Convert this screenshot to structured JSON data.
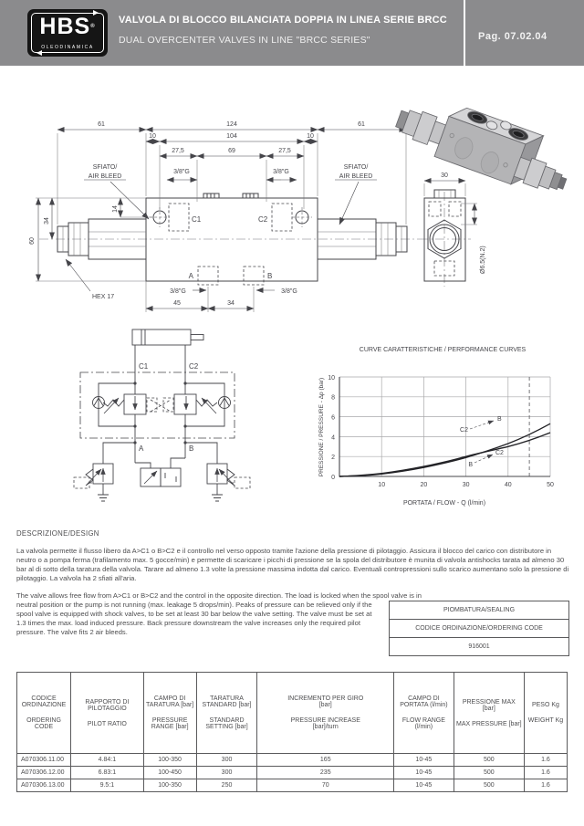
{
  "colors": {
    "header_bg": "#8b8b8d",
    "ink": "#45454a",
    "grid": "#a9a9ab",
    "curve": "#232327"
  },
  "header": {
    "brand": "HBS",
    "brand_reg": "®",
    "brand_sub": "OLEODINAMICA",
    "title_it": "VALVOLA DI BLOCCO BILANCIATA DOPPIA IN LINEA SERIE BRCC",
    "title_en": "DUAL OVERCENTER VALVES IN LINE \"BRCC SERIES\"",
    "page": "Pag. 07.02.04"
  },
  "drawing": {
    "dims": {
      "len_left": "61",
      "len_body": "124",
      "len_right": "61",
      "off_left": "10",
      "span_ports": "104",
      "off_right": "10",
      "pitch_left": "27,5",
      "pitch_mid": "69",
      "pitch_right": "27,5",
      "h_c1": "14",
      "h_axis": "34",
      "h_body": "60",
      "a_from_edge": "45",
      "ab_pitch": "34",
      "side_width": "30"
    },
    "labels": {
      "air_bleed_line1": "SFIATO/",
      "air_bleed_line2": "AIR BLEED",
      "thread": "3/8\"G",
      "port_c1": "C1",
      "port_c2": "C2",
      "port_a": "A",
      "port_b": "B",
      "hex": "HEX 17",
      "holes": "Ø6.5(N.2)"
    }
  },
  "schematic": {
    "port_c1": "C1",
    "port_c2": "C2",
    "port_a": "A",
    "port_b": "B"
  },
  "chart": {
    "title": "CURVE CARATTERISTICHE / PERFORMANCE CURVES",
    "xlabel": "PORTATA / FLOW - Q (l/min)",
    "ylabel": "PRESSIONE / PRESSURE - Δp (bar)",
    "x_ticks": [
      "10",
      "20",
      "30",
      "40",
      "50"
    ],
    "y_ticks": [
      "0",
      "2",
      "4",
      "6",
      "8",
      "10"
    ],
    "ann_upper_from": "C2",
    "ann_upper_to": "B",
    "ann_lower_from": "B",
    "ann_lower_to": "C2"
  },
  "chart_data": {
    "type": "line",
    "title": "CURVE CARATTERISTICHE / PERFORMANCE CURVES",
    "xlabel": "PORTATA / FLOW - Q (l/min)",
    "ylabel": "PRESSIONE / PRESSURE - Δp (bar)",
    "x": [
      0,
      10,
      20,
      30,
      40,
      50
    ],
    "series": [
      {
        "name": "C2>B",
        "values": [
          0,
          0.25,
          0.9,
          1.9,
          3.3,
          5.3
        ]
      },
      {
        "name": "B>C2",
        "values": [
          0,
          0.3,
          1.0,
          2.0,
          3.0,
          4.4
        ]
      }
    ],
    "xlim": [
      0,
      50
    ],
    "ylim": [
      0,
      10
    ],
    "grid": true,
    "max_flow_dashed_line_x": 45,
    "legend_position": "inline-annotations"
  },
  "description": {
    "heading": "DESCRIZIONE/DESIGN",
    "it": "La valvola permette il flusso libero da A>C1 o B>C2 e il controllo nel verso opposto tramite l'azione della pressione di pilotaggio. Assicura il blocco del carico con distributore in neutro o a pompa ferma (trafilamento max. 5 gocce/min) e permette di scaricare i picchi di pressione se la spola del distributore è munita di valvola antishocks tarata ad almeno 30 bar al di sotto della taratura della valvola. Tarare ad almeno 1.3 volte la pressione massima indotta dal carico. Eventuali contropressioni sullo scarico aumentano solo la pressione di pilotaggio. La valvola ha 2 sfiati all'aria.",
    "en_1": "The valve allows free flow from A>C1 or B>C2 and the control in the opposite direction. The load is locked when the spool valve is in",
    "en_2": "neutral position or the pump is not running (max. leakage 5 drops/min). Peaks of pressure can be relieved only if the spool valve is equipped with shock valves, to be set at least 30 bar below the valve setting. The valve must be set at 1.3 times the max. load induced pressure. Back pressure downstream the valve increases only the required pilot pressure. The valve fits 2 air bleeds."
  },
  "sealing": {
    "title": "PIOMBATURA/SEALING",
    "subtitle": "CODICE ORDINAZIONE/ORDERING CODE",
    "code": "916001"
  },
  "table": {
    "headers": [
      {
        "it": "CODICE ORDINAZIONE",
        "en": "ORDERING CODE"
      },
      {
        "it": "RAPPORTO DI PILOTAGGIO",
        "en": "PILOT RATIO"
      },
      {
        "it": "CAMPO DI TARATURA [bar]",
        "en": "PRESSURE RANGE [bar]"
      },
      {
        "it": "TARATURA STANDARD [bar]",
        "en": "STANDARD SETTING [bar]"
      },
      {
        "it": "INCREMENTO PER GIRO [bar]",
        "en": "PRESSURE INCREASE [bar]/turn"
      },
      {
        "it": "CAMPO DI PORTATA (l/min)",
        "en": "FLOW RANGE (l/min)"
      },
      {
        "it": "PRESSIONE MAX [bar]",
        "en": "MAX PRESSURE [bar]"
      },
      {
        "it": "PESO Kg",
        "en": "WEIGHT Kg"
      }
    ],
    "rows": [
      [
        "A070306.11.00",
        "4.84:1",
        "100-350",
        "300",
        "165",
        "10-45",
        "500",
        "1.6"
      ],
      [
        "A070306.12.00",
        "6.83:1",
        "100-450",
        "300",
        "235",
        "10-45",
        "500",
        "1.6"
      ],
      [
        "A070306.13.00",
        "9.5:1",
        "100-350",
        "250",
        "70",
        "10-45",
        "500",
        "1.6"
      ]
    ]
  }
}
